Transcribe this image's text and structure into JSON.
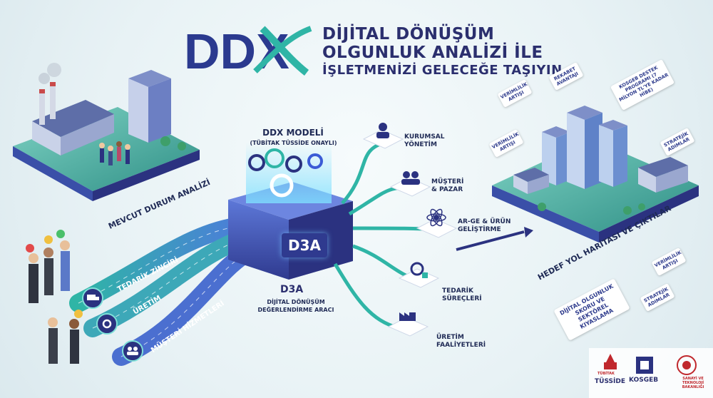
{
  "logo": {
    "text": "DDX",
    "colors": {
      "d": "#2b3a8f",
      "x": "#2fb5a6"
    }
  },
  "headline": {
    "line1": "DİJİTAL DÖNÜŞÜM",
    "line2": "OLGUNLUK ANALİZİ İLE",
    "line3": "İŞLETMENİZİ GELECEĞE TAŞIYIN"
  },
  "left": {
    "label": "MEVCUT DURUM ANALİZİ"
  },
  "model": {
    "title": "DDX MODELİ",
    "subtitle": "(TÜBİTAK TÜSSİDE ONAYLI)"
  },
  "d3a": {
    "screen": "D3A",
    "title": "D3A",
    "subtitle": "DİJİTAL DÖNÜŞÜM DEĞERLENDİRME ARACI"
  },
  "streams": [
    "TEDARİK ZİNCİRİ",
    "ÜRETİM",
    "MÜŞTERİ HİZMETLERİ"
  ],
  "branches": [
    {
      "line1": "KURUMSAL",
      "line2": "YÖNETİM",
      "icon": "manager-icon"
    },
    {
      "line1": "MÜŞTERİ",
      "line2": "& PAZAR",
      "icon": "customers-icon"
    },
    {
      "line1": "AR-GE & ÜRÜN",
      "line2": "GELİŞTİRME",
      "icon": "atom-icon"
    },
    {
      "line1": "TEDARİK",
      "line2": "SÜREÇLERİ",
      "icon": "supply-gear-icon"
    },
    {
      "line1": "ÜRETİM",
      "line2": "FAALİYETLERİ",
      "icon": "factory-icon"
    }
  ],
  "right": {
    "label": "HEDEF YOL HARİTASI VE ÇIKTILAR",
    "tags": {
      "t1": "VERİMLİLİK ARTIŞI",
      "t2": "REKABET AVANTAJI",
      "t3": "KOSGEB DESTEK PROGRAMI (7 MİLYON TL'YE KADAR HİBE)",
      "t4": "VERİMLİLİK ARTIŞI",
      "t5": "STRATEJİK ADIMLAR",
      "t6": "VERİMLİLİK ARTIŞI",
      "t7": "STRATEJİK ADIMLAR",
      "t8": "DİJİTAL OLGUNLUK SKORU VE SEKTÖREL KIYASLAMA"
    }
  },
  "sponsors": {
    "tubitak": "TÜBİTAK",
    "tusside": "TÜSSİDE",
    "kosgeb": "KOSGEB",
    "ministry": "SANAYİ VE TEKNOLOJİ BAKANLIĞI"
  },
  "colors": {
    "navy": "#2b2f6e",
    "teal": "#2fb5a6",
    "blue": "#3b5bd6",
    "platform": "#3f9b8c"
  }
}
